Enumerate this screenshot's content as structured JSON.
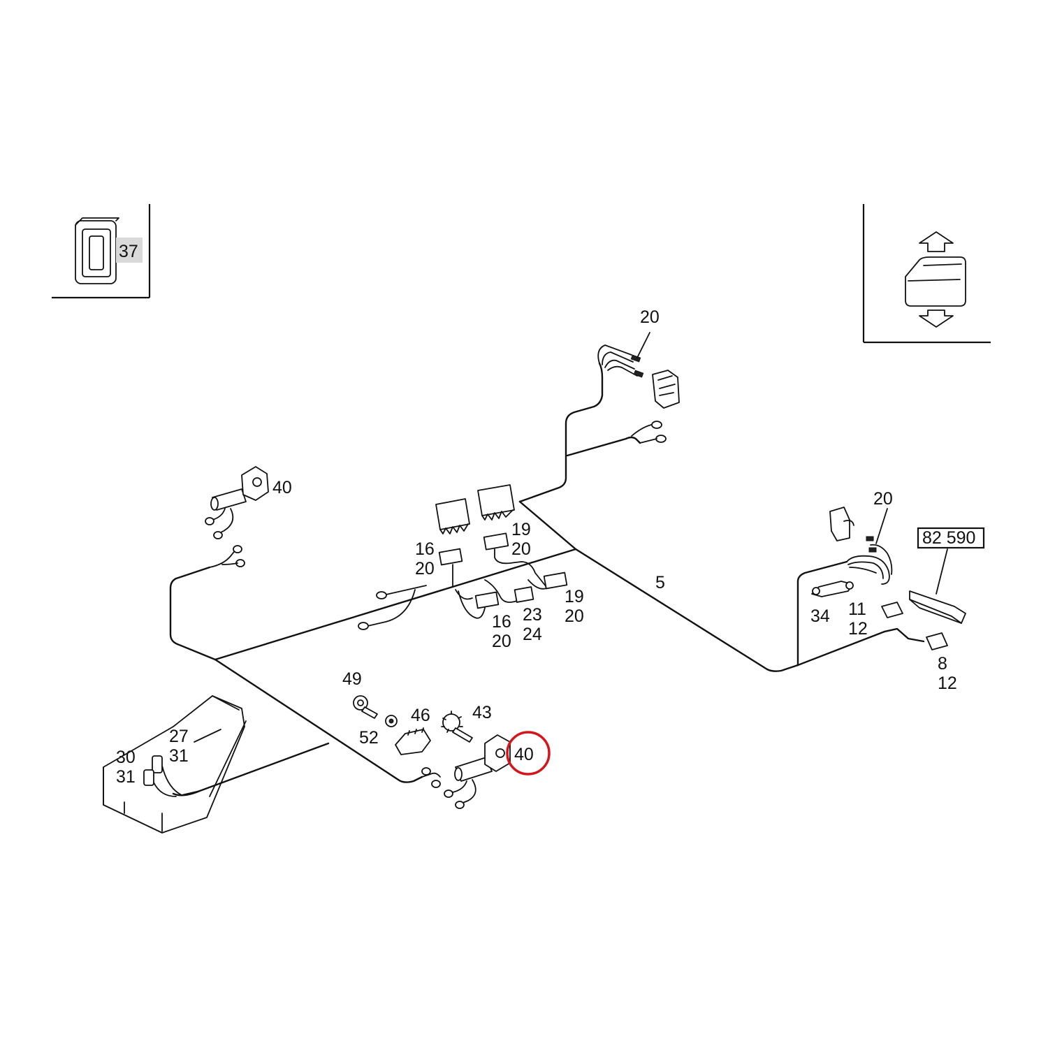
{
  "inset_left": {
    "label": "37"
  },
  "ref_box": {
    "label": "82 590"
  },
  "callouts": {
    "top_connector": "20",
    "motor_upper": "40",
    "conn_16a": "16",
    "conn_20a": "20",
    "conn_19a": "19",
    "conn_20b": "20",
    "conn_16b": "16",
    "conn_20c": "20",
    "conn_23": "23",
    "conn_24": "24",
    "conn_19b": "19",
    "conn_20d": "20",
    "trunk": "5",
    "right_connector": "20",
    "handle": "34",
    "conn_11": "11",
    "conn_12a": "12",
    "conn_8": "8",
    "conn_12b": "12",
    "bolt": "49",
    "washer": "52",
    "clip": "46",
    "gear": "43",
    "motor_lower": "40",
    "box_27": "27",
    "box_31a": "31",
    "box_30": "30",
    "box_31b": "31"
  },
  "highlight": {
    "color": "#d4161c",
    "target": "40"
  }
}
